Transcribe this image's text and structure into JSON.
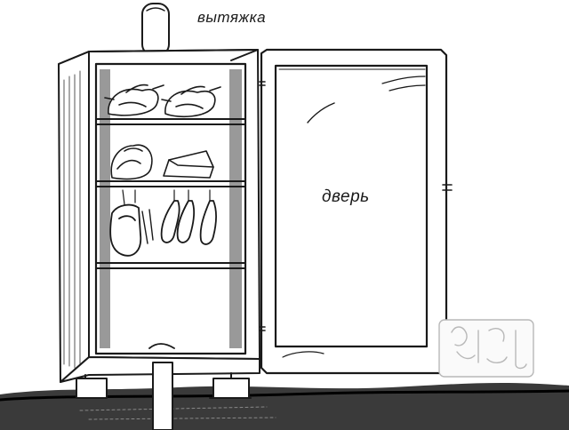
{
  "labels": {
    "exhaust": "вытяжка",
    "door": "дверь"
  },
  "colors": {
    "ink": "#1a1a1a",
    "paper": "#ffffff",
    "shade": "#6a6a6a"
  },
  "icons": {
    "watermark": "watermark-logo"
  }
}
